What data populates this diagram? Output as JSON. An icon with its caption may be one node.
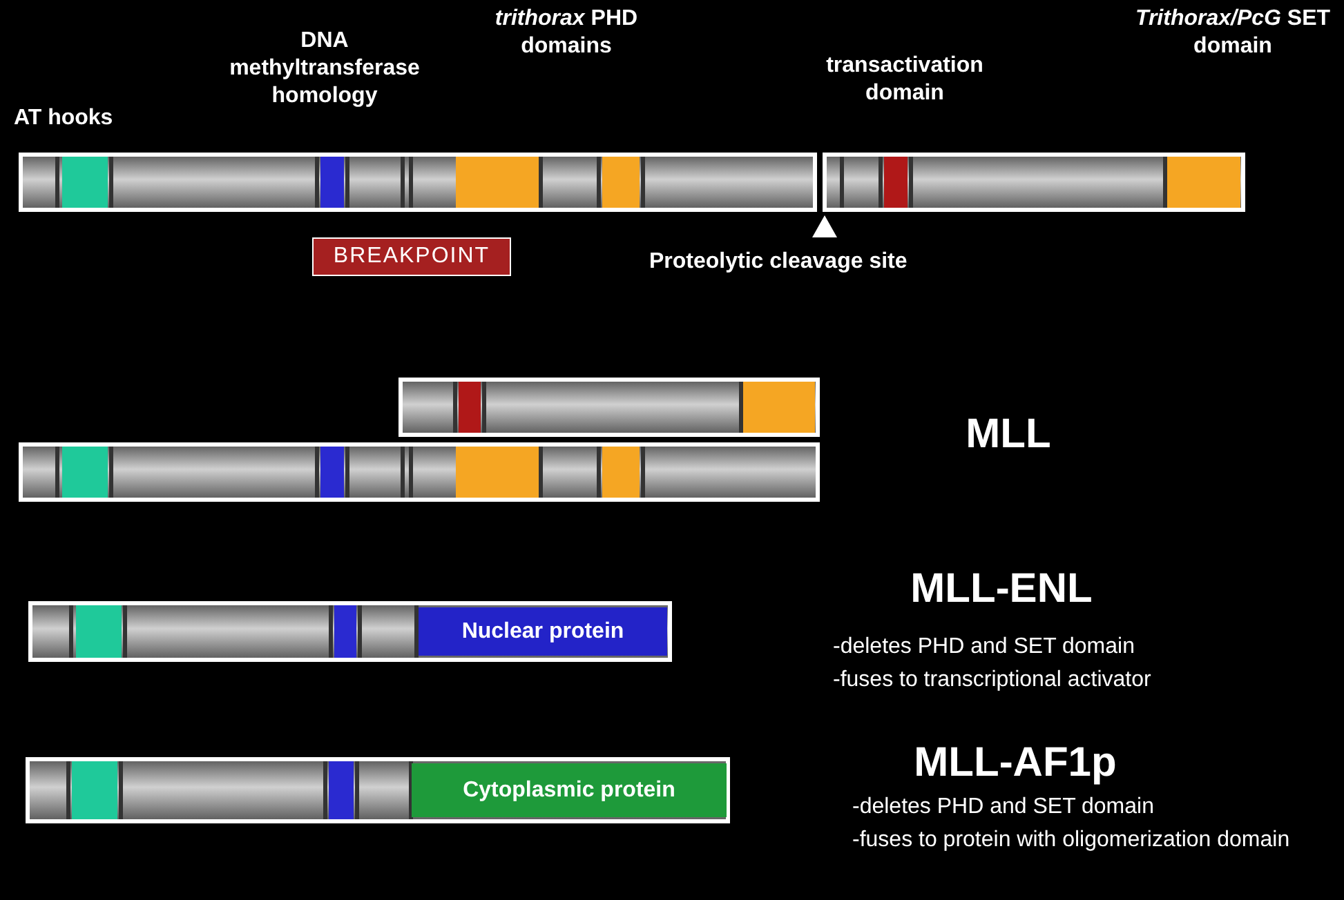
{
  "diagram": {
    "nodes": [
      {
        "text": [
          "BREAKPOINT"
        ]
      },
      {
        "text": [
          "Nuclear protein"
        ]
      },
      {
        "text": [
          "Cytoplasmic protein"
        ]
      }
    ],
    "labels": [
      "AT hooks",
      "DNA methyltransferase homology",
      "*trithorax* PHD domains",
      "transactivation domain",
      "*Trithorax/PcG* SET domain",
      "Proteolytic cleavage site",
      "MLL",
      "MLL-ENL",
      "-deletes PHD and SET domain",
      "-fuses to transcriptional activator",
      "MLL-AF1p",
      "-deletes PHD and SET domain",
      "-fuses to protein with oligomerization domain"
    ]
  }
}
